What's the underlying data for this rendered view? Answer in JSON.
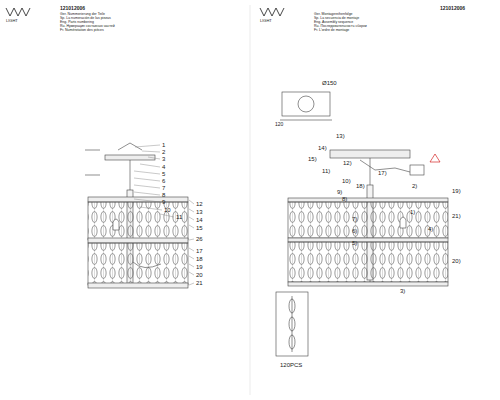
{
  "diagram": {
    "labels": [
      "LIGHT",
      "121012006",
      "Ger. Nummerierung der Teile",
      "Sp. La numeración de las piezas",
      "Eng. Parts numbering",
      "Ru. Нумерация составных частей",
      "Fr. Numérotation des pièces",
      "LIGHT",
      "121012006",
      "Ger. Montagereihenfolge",
      "Sp. La secuencia de montaje",
      "Eng. Assembly sequence",
      "Ru. Последовательность сборки",
      "Fr. L'ordre de montage",
      "1",
      "2",
      "3",
      "4",
      "5",
      "6",
      "7",
      "8",
      "9",
      "10",
      "11",
      "12",
      "13",
      "14",
      "15",
      "26",
      "17",
      "18",
      "19",
      "20",
      "21",
      "Ø150",
      "120",
      "13)",
      "14)",
      "15)",
      "12)",
      "11)",
      "17)",
      "10)",
      "18)",
      "2)",
      "19)",
      "9)",
      "8)",
      "1)",
      "21)",
      "7)",
      "6)",
      "4)",
      "5)",
      "20)",
      "3)",
      "120PCS"
    ]
  }
}
